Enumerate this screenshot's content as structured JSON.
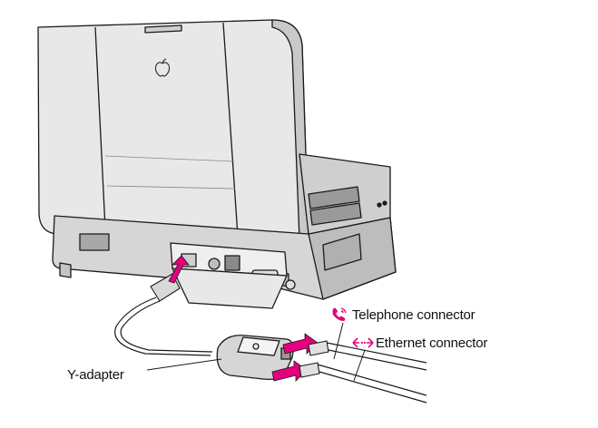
{
  "labels": {
    "y_adapter": "Y-adapter",
    "telephone_connector": "Telephone connector",
    "ethernet_connector": "Ethernet connector"
  },
  "icons": {
    "telephone": "telephone-icon",
    "ethernet": "ethernet-arrows-icon"
  },
  "colors": {
    "accent": "#e6007e",
    "line": "#1a1a1a",
    "fill_light": "#f2f2f2",
    "fill_mid": "#d9d9d9",
    "fill_dark": "#9a9a9a",
    "background": "#ffffff"
  }
}
